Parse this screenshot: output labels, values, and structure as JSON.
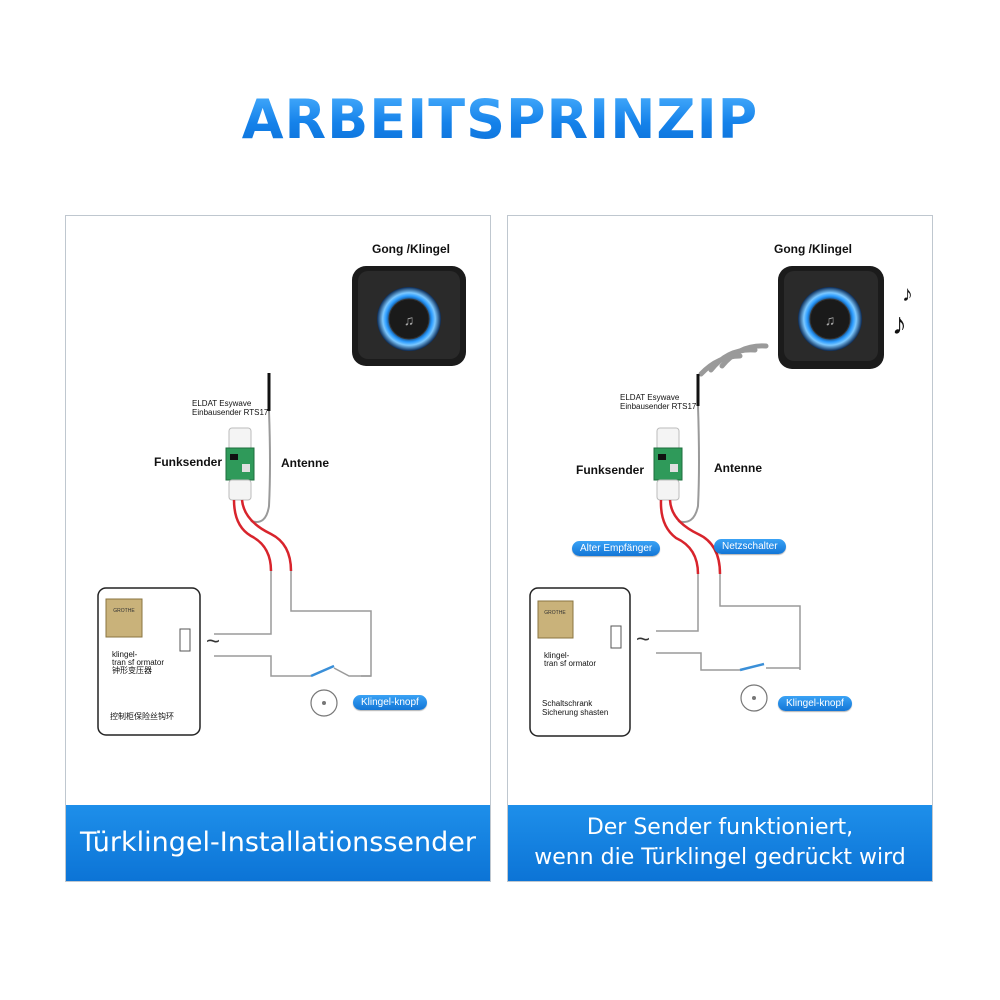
{
  "title": "ARBEITSPRINZIP",
  "left": {
    "gong_label": "Gong /Klingel",
    "sender_line1": "ELDAT Esywave",
    "sender_line2": "Einbausender RTS17",
    "funksender": "Funksender",
    "antenne": "Antenne",
    "transformer_line1": "klingel-",
    "transformer_line2": "tran sf ormator",
    "transformer_line3": "钟形变压器",
    "tilde": "~",
    "cabinet_note": "控制柜保险丝钩环",
    "button_pill": "Klingel-knopf",
    "footer": "Türklingel-Installationssender"
  },
  "right": {
    "gong_label": "Gong /Klingel",
    "sender_line1": "ELDAT Esywave",
    "sender_line2": "Einbausender RTS17",
    "funksender": "Funksender",
    "antenne": "Antenne",
    "pill_old_receiver": "Alter Empfänger",
    "pill_power_switch": "Netzschalter",
    "transformer_line1": "klingel-",
    "transformer_line2": "tran sf ormator",
    "tilde": "~",
    "cabinet_line1": "Schaltschrank",
    "cabinet_line2": "Sicherung shasten",
    "button_pill": "Klingel-knopf",
    "footer_line1": "Der Sender funktioniert,",
    "footer_line2": "wenn die Türklingel gedrückt wird"
  },
  "colors": {
    "accent": "#1582ea",
    "ring_glow": "#2a9bff",
    "wire_red": "#d8242c",
    "wire_gray": "#9a9a9a",
    "device_body": "#1b1b1b"
  },
  "icons": [
    "music-note-icon",
    "signal-waves-icon",
    "bell-button-icon"
  ]
}
